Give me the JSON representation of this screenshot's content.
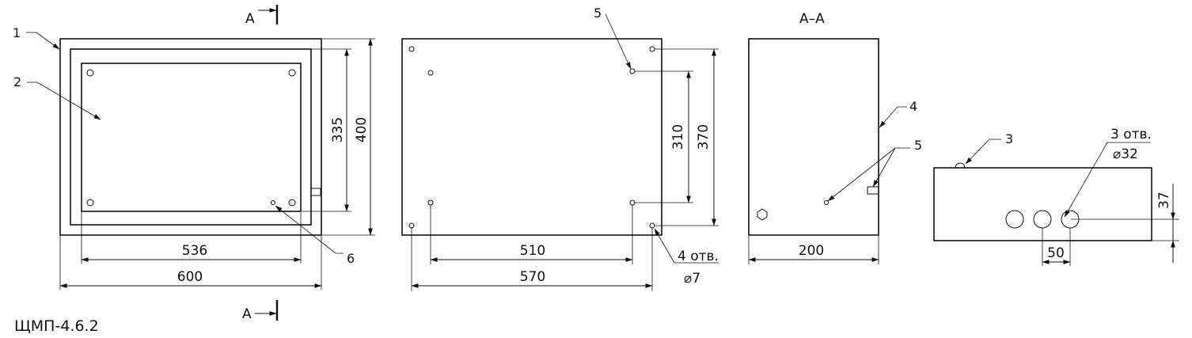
{
  "drawing": {
    "model": "ЩМП-4.6.2",
    "section_mark": "А",
    "section_title": "А–А",
    "callouts": {
      "c1": "1",
      "c2": "2",
      "c3": "3",
      "c4": "4",
      "c5_back": "5",
      "c5_side": "5",
      "c6": "6"
    },
    "front_view": {
      "dim_inner_width": "536",
      "dim_width": "600",
      "dim_inner_height": "335",
      "dim_height": "400"
    },
    "back_view": {
      "dim_hole_span_inner": "510",
      "dim_hole_span_outer": "570",
      "dim_hole_height_inner": "310",
      "dim_hole_height_outer": "370",
      "holes_note_line1": "4 отв.",
      "holes_note_line2": "⌀7"
    },
    "side_view": {
      "dim_depth": "200"
    },
    "bottom_view": {
      "holes_note_line1": "3 отв.",
      "holes_note_line2": "⌀32",
      "dim_hole_offset": "37",
      "dim_hole_pitch": "50"
    }
  }
}
